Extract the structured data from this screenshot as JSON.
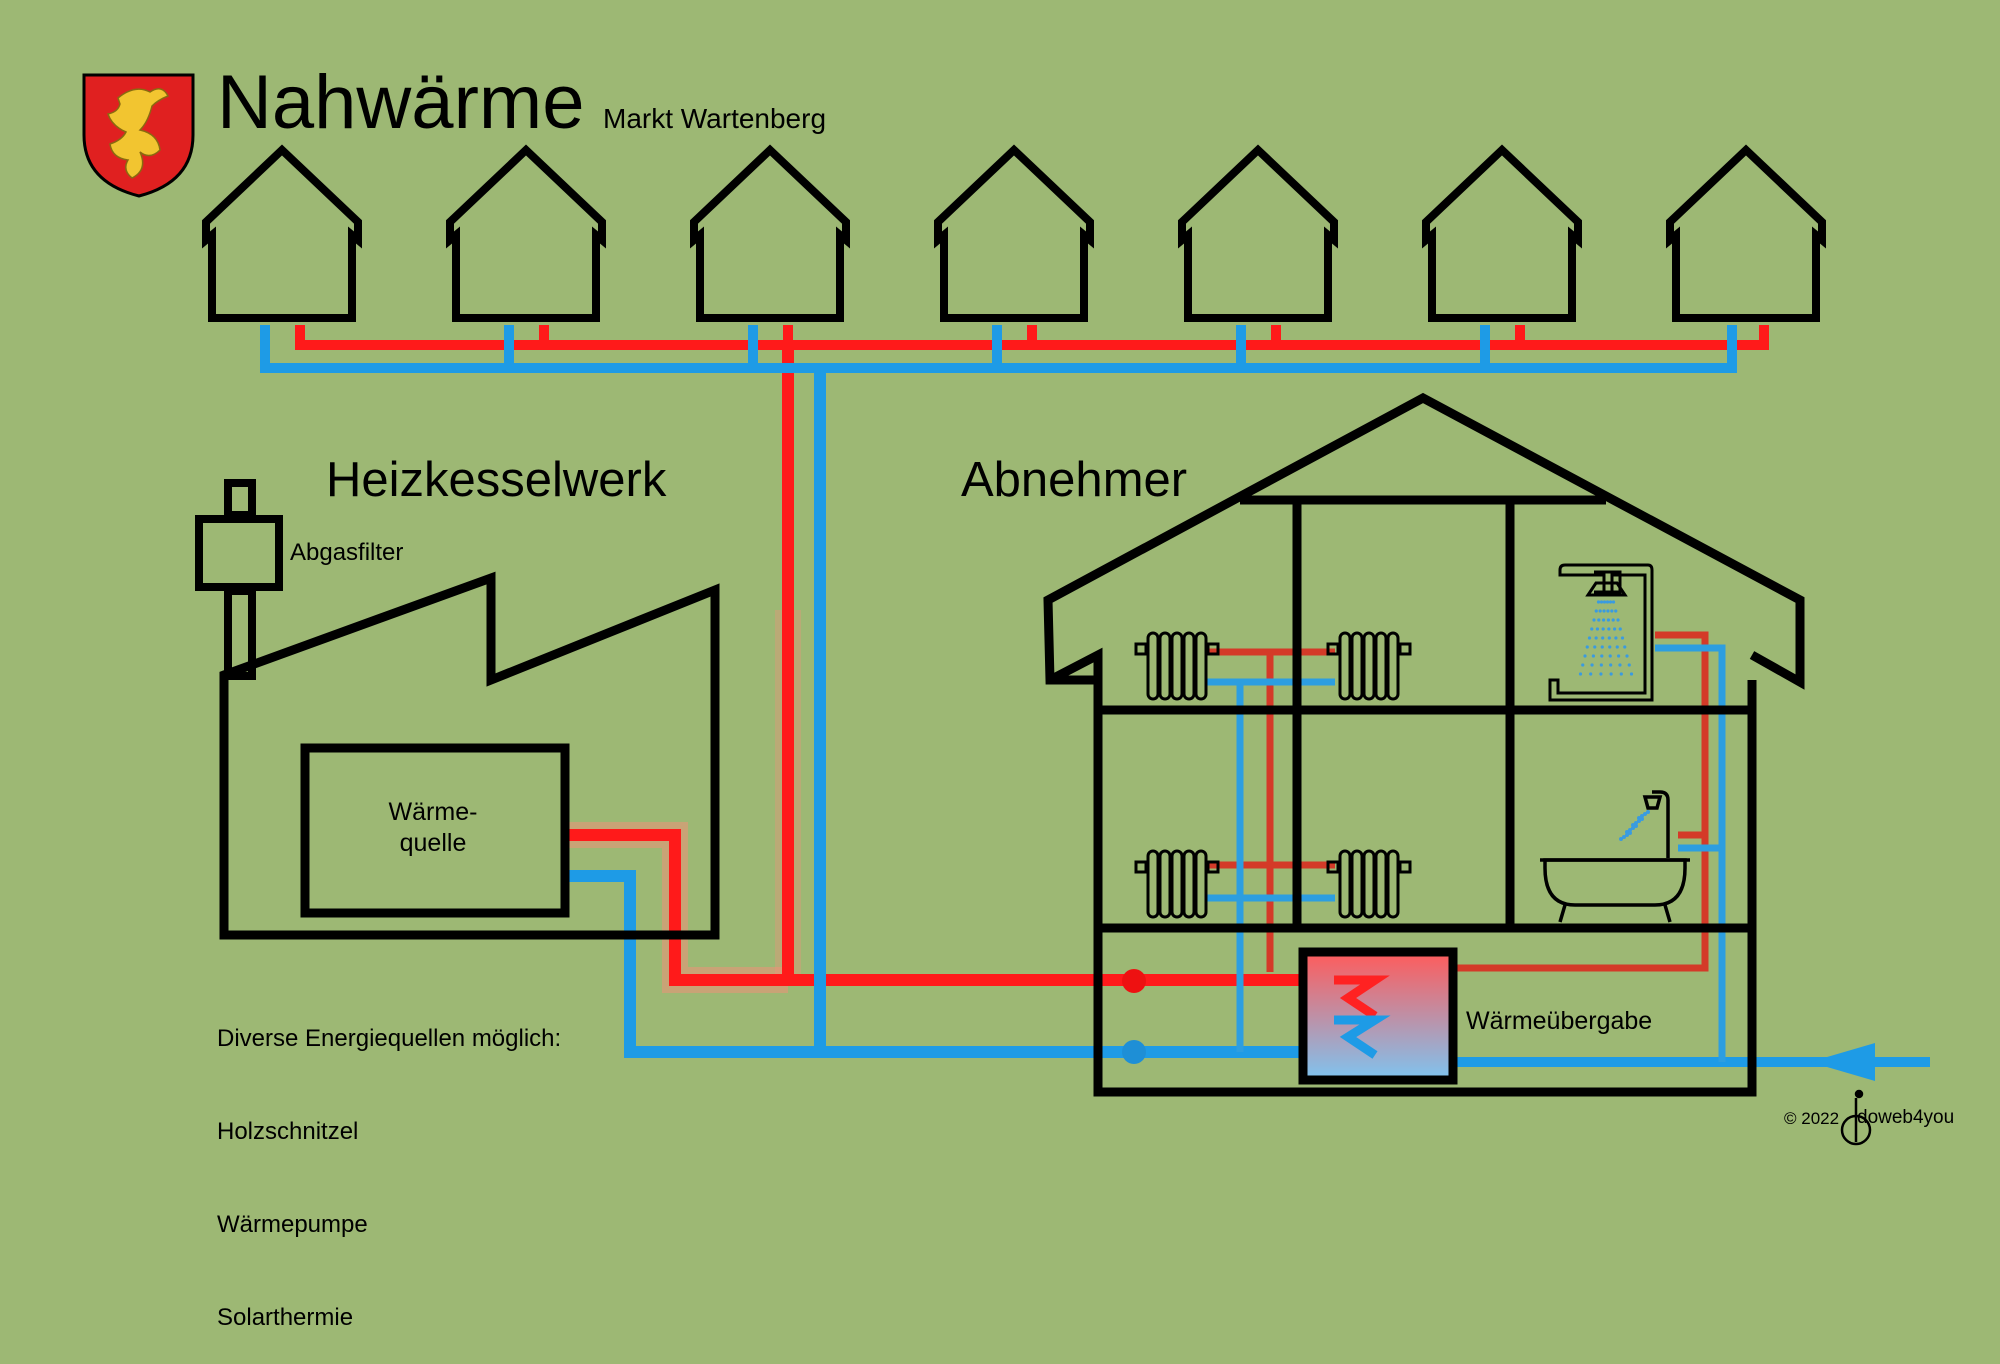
{
  "header": {
    "title": "Nahwärme",
    "subtitle": "Markt Wartenberg"
  },
  "labels": {
    "plant": "Heizkesselwerk",
    "consumer": "Abnehmer",
    "filter": "Abgasfilter",
    "heat_source_line1": "Wärme-",
    "heat_source_line2": "quelle",
    "heat_transfer": "Wärmeübergabe"
  },
  "energy_sources": {
    "heading": "Diverse Energiequellen möglich:",
    "items": [
      "Holzschnitzel",
      "Wärmepumpe",
      "Solarthermie"
    ]
  },
  "footer": {
    "copyright": "© 2022",
    "brand": "doweb4you"
  },
  "houses_count": 7,
  "colors": {
    "background": "#9db874",
    "supply_pipe": "#ff1a1a",
    "return_pipe": "#1e9be6",
    "outline": "#000000",
    "coat_of_arms_red": "#e02020",
    "coat_of_arms_gold": "#f2c530"
  }
}
